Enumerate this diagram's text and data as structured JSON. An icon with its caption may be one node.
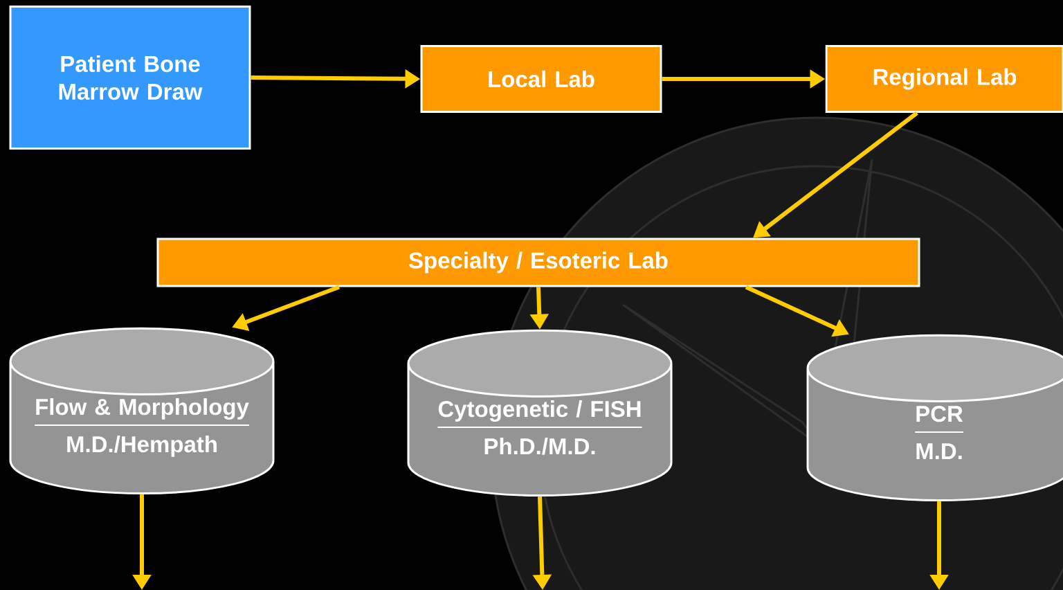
{
  "diagram": {
    "nodes": [
      {
        "text": [
          "Patient Bone Marrow Draw"
        ]
      },
      {
        "text": [
          "Local Lab"
        ]
      },
      {
        "text": [
          "Regional Lab"
        ]
      },
      {
        "text": [
          "Specialty / Esoteric Lab"
        ]
      },
      {
        "text": [
          "Flow & Morphology",
          "M.D./Hempath"
        ]
      },
      {
        "text": [
          "Cytogenetic / FISH",
          "Ph.D./M.D."
        ]
      },
      {
        "text": [
          "PCR",
          "M.D."
        ]
      }
    ],
    "edges": [
      {
        "from": 0,
        "to": 1,
        "arrow": "to"
      },
      {
        "from": 1,
        "to": 2,
        "arrow": "to"
      },
      {
        "from": 2,
        "to": 3,
        "arrow": "to"
      },
      {
        "from": 3,
        "to": 4,
        "arrow": "to"
      },
      {
        "from": 3,
        "to": 5,
        "arrow": "to"
      },
      {
        "from": 3,
        "to": 6,
        "arrow": "to"
      },
      {
        "from": 4,
        "to": null,
        "arrow": "to"
      },
      {
        "from": 5,
        "to": null,
        "arrow": "to"
      },
      {
        "from": 6,
        "to": null,
        "arrow": "to"
      }
    ]
  }
}
